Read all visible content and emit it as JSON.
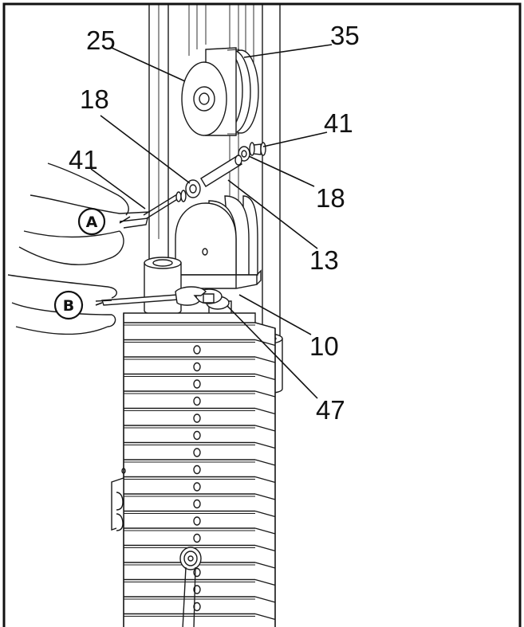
{
  "diagram": {
    "part_labels": {
      "p25": "25",
      "p35": "35",
      "p18_top": "18",
      "p41_right": "41",
      "p41_left": "41",
      "p18_right": "18",
      "p13": "13",
      "p10": "10",
      "p47": "47"
    },
    "callouts": {
      "a": "A",
      "b": "B"
    }
  }
}
